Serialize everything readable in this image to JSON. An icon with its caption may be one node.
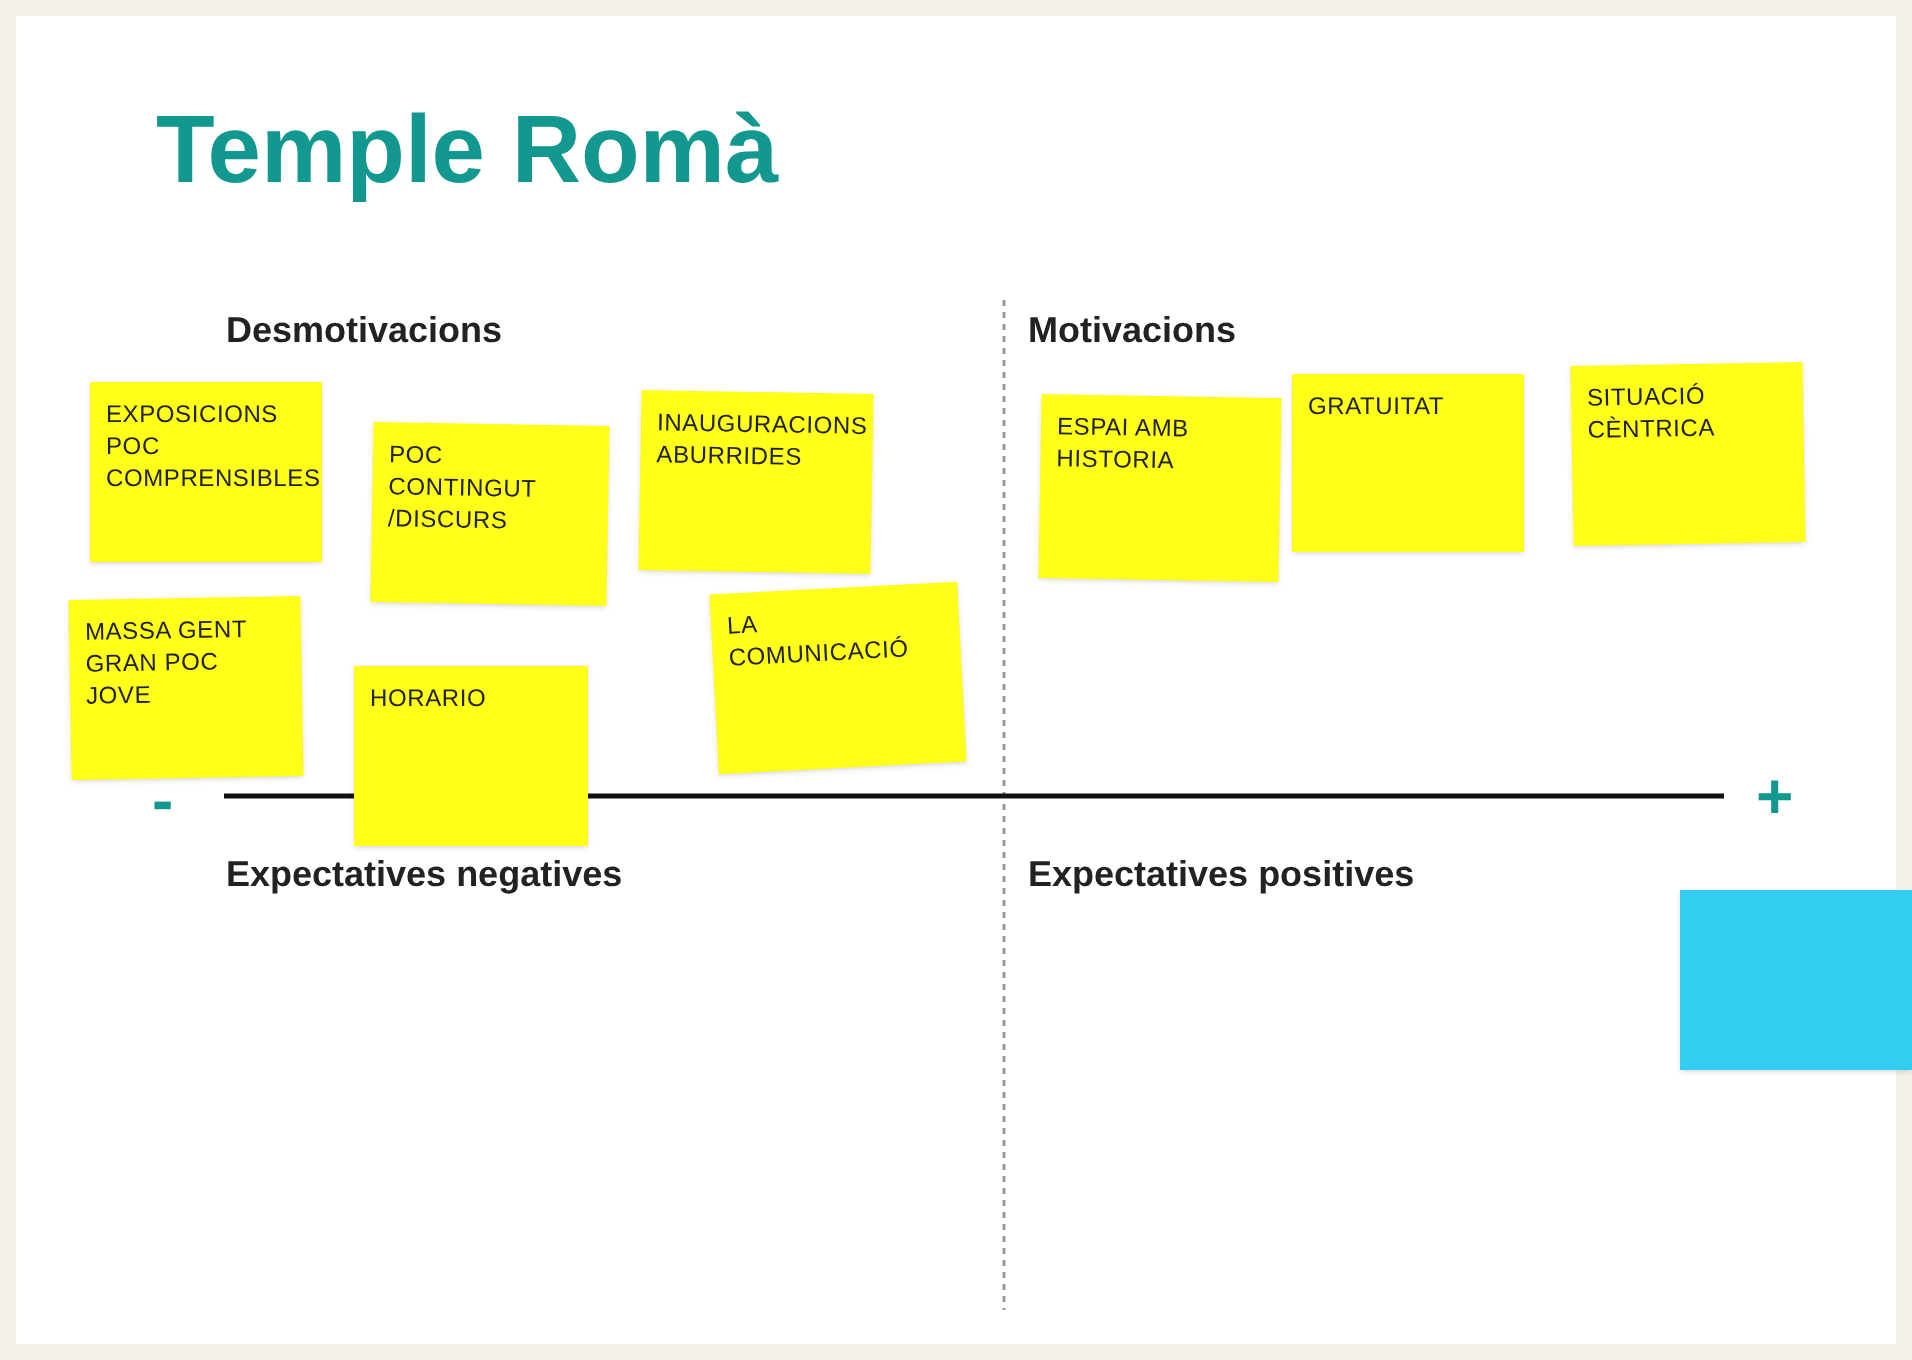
{
  "diagram": {
    "title": "Temple Romà",
    "nodes": [
      {
        "text": [
          "EXPOSICIONS POC COMPRENSIBLES"
        ]
      },
      {
        "text": [
          "POC CONTINGUT /DISCURS"
        ]
      },
      {
        "text": [
          "INAUGURACIONS ABURRIDES"
        ]
      },
      {
        "text": [
          "MASSA GENT GRAN POC JOVE"
        ]
      },
      {
        "text": [
          "HORARIO"
        ]
      },
      {
        "text": [
          "LA COMUNICACIÓ"
        ]
      },
      {
        "text": [
          "ESPAI AMB HISTORIA"
        ]
      },
      {
        "text": [
          "GRATUITAT"
        ]
      },
      {
        "text": [
          "SITUACIÓ CÈNTRICA"
        ]
      },
      {
        "text": [],
        "shape": "box"
      }
    ],
    "edges": [],
    "labels": [
      "Desmotivacions",
      "Motivacions",
      "-",
      "+",
      "Expectatives negatives",
      "Expectatives positives"
    ]
  }
}
